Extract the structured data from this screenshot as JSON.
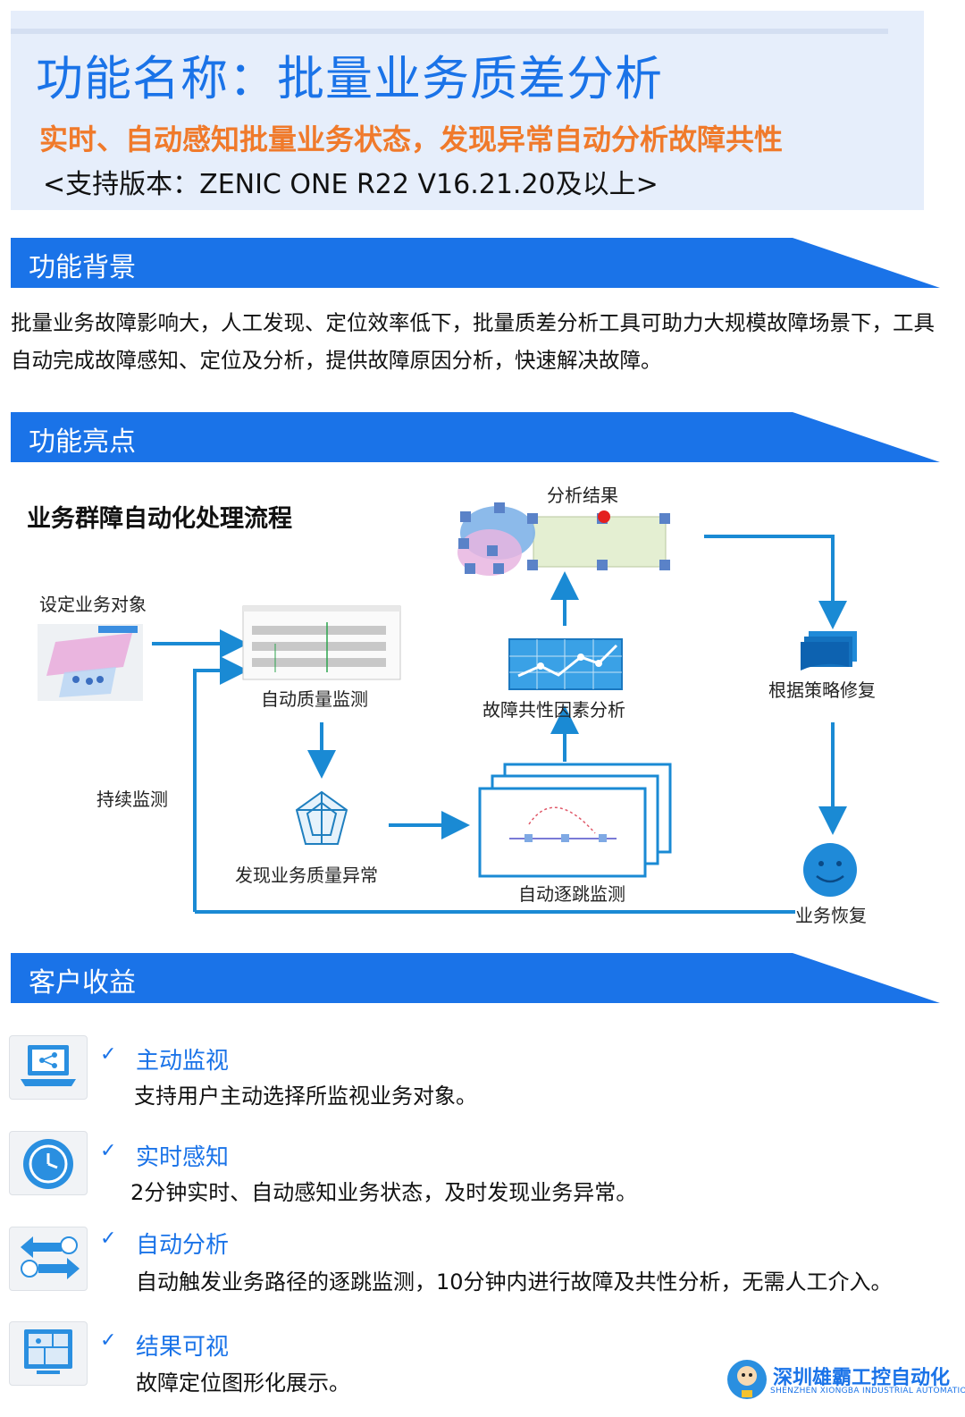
{
  "header": {
    "title": "功能名称：批量业务质差分析",
    "subtitle": "实时、自动感知批量业务状态，发现异常自动分析故障共性",
    "version": "<支持版本：ZENIC ONE R22 V16.21.20及以上>"
  },
  "sections": {
    "background": "功能背景",
    "highlights": "功能亮点",
    "benefits": "客户收益"
  },
  "background_text": "批量业务故障影响大，人工发现、定位效率低下，批量质差分析工具可助力大规模故障场景下，工具自动完成故障感知、定位及分析，提供故障原因分析，快速解决故障。",
  "flow": {
    "title": "业务群障自动化处理流程",
    "steps": {
      "set_object": "设定业务对象",
      "auto_monitor": "自动质量监测",
      "continuous": "持续监测",
      "find_anomaly": "发现业务质量异常",
      "hop_monitor": "自动逐跳监测",
      "factor_analysis": "故障共性因素分析",
      "result": "分析结果",
      "repair": "根据策略修复",
      "recovery": "业务恢复"
    }
  },
  "benefits": [
    {
      "title": "主动监视",
      "desc": "支持用户主动选择所监视业务对象。",
      "icon": "share-laptop-icon"
    },
    {
      "title": "实时感知",
      "desc": "2分钟实时、自动感知业务状态，及时发现业务异常。",
      "icon": "clock-icon"
    },
    {
      "title": "自动分析",
      "desc": "自动触发业务路径的逐跳监测，10分钟内进行故障及共性分析，无需人工介入。",
      "icon": "exchange-arrows-icon"
    },
    {
      "title": "结果可视",
      "desc": "故障定位图形化展示。",
      "icon": "map-monitor-icon"
    }
  ],
  "check_mark": "✓",
  "logo": {
    "cn": "深圳雄霸工控自动化",
    "en": "SHENZHEN XIONGBA INDUSTRIAL AUTOMATION"
  },
  "colors": {
    "accent": "#1a73e8",
    "orange": "#f07a2b",
    "header_bg": "#e6eefb"
  }
}
